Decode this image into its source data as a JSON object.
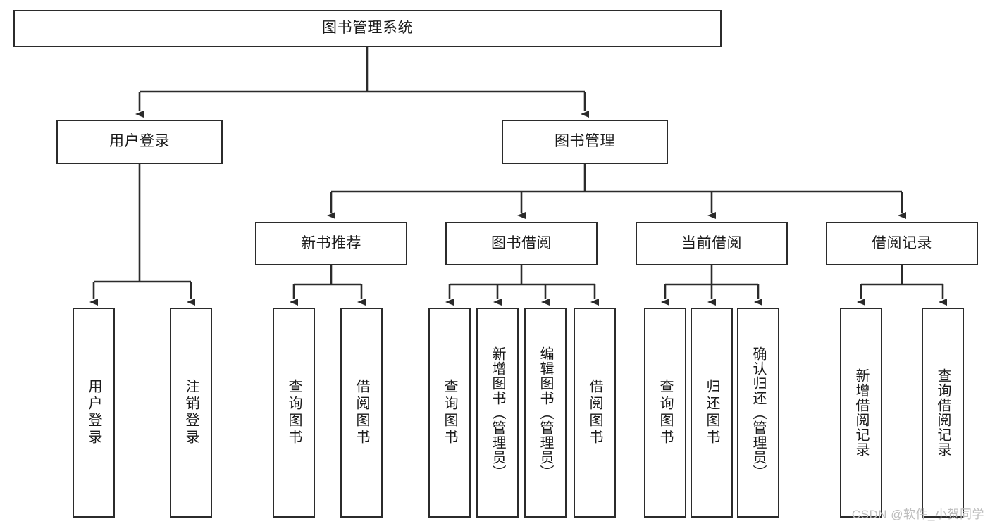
{
  "diagram": {
    "title": "图书管理系统",
    "type": "tree",
    "watermark": "CSDN @软件_小贺同学",
    "colors": {
      "border": "#2b2b2b",
      "fill": "#ffffff",
      "text": "#1a1a1a",
      "edge": "#2b2b2b",
      "watermark": "#bdbdbd"
    },
    "nodes": {
      "root": {
        "label": "图书管理系统"
      },
      "level2": [
        {
          "label": "用户登录"
        },
        {
          "label": "图书管理"
        }
      ],
      "level3": [
        {
          "label": "新书推荐"
        },
        {
          "label": "图书借阅"
        },
        {
          "label": "当前借阅"
        },
        {
          "label": "借阅记录"
        }
      ],
      "leaves": {
        "user_login": [
          {
            "label": "用户登录"
          },
          {
            "label": "注销登录"
          }
        ],
        "new_book": [
          {
            "label": "查询图书"
          },
          {
            "label": "借阅图书"
          }
        ],
        "book_borrow": [
          {
            "label": "查询图书"
          },
          {
            "label": "新增图书（管理员）"
          },
          {
            "label": "编辑图书（管理员）"
          },
          {
            "label": "借阅图书"
          }
        ],
        "current_borrow": [
          {
            "label": "查询图书"
          },
          {
            "label": "归还图书"
          },
          {
            "label": "确认归还（管理员）"
          }
        ],
        "borrow_record": [
          {
            "label": "新增借阅记录"
          },
          {
            "label": "查询借阅记录"
          }
        ]
      }
    }
  }
}
